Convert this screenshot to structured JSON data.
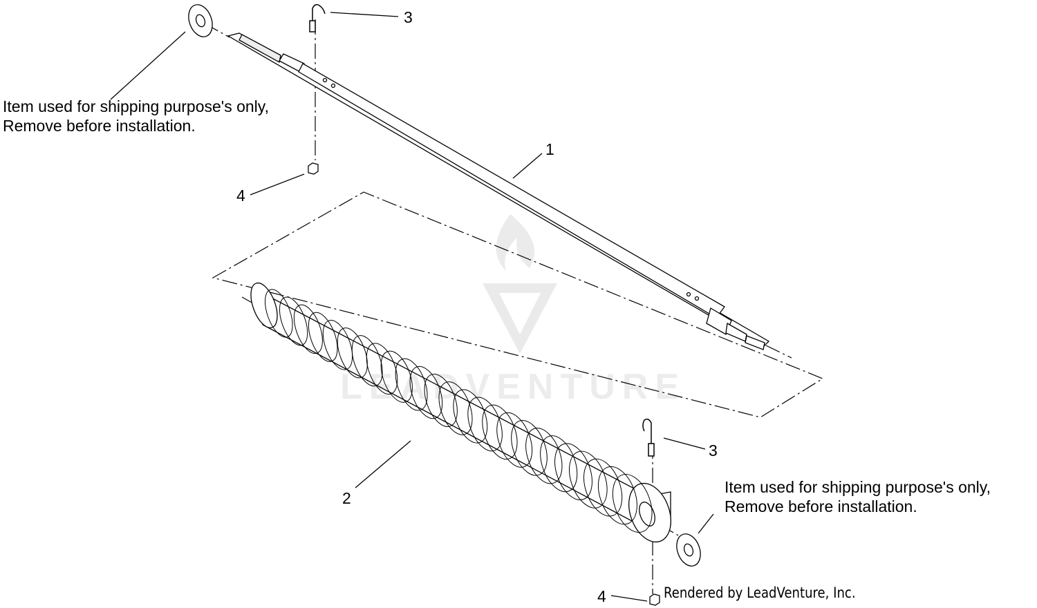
{
  "diagram": {
    "callouts": {
      "shaft": "1",
      "roller": "2",
      "hook_top": "3",
      "hook_bottom": "3",
      "nut_top": "4",
      "nut_bottom": "4"
    },
    "notes": {
      "top_left": {
        "line1": "Item used for shipping purpose's only,",
        "line2": "Remove before installation."
      },
      "bottom_right": {
        "line1": "Item used for shipping purpose's only,",
        "line2": "Remove before installation."
      }
    },
    "credit": "Rendered by LeadVenture, Inc.",
    "watermark": {
      "text": "LEADVENTURE",
      "icon": "leadventure-flame-logo"
    },
    "colors": {
      "line": "#000000",
      "background": "#ffffff"
    }
  }
}
